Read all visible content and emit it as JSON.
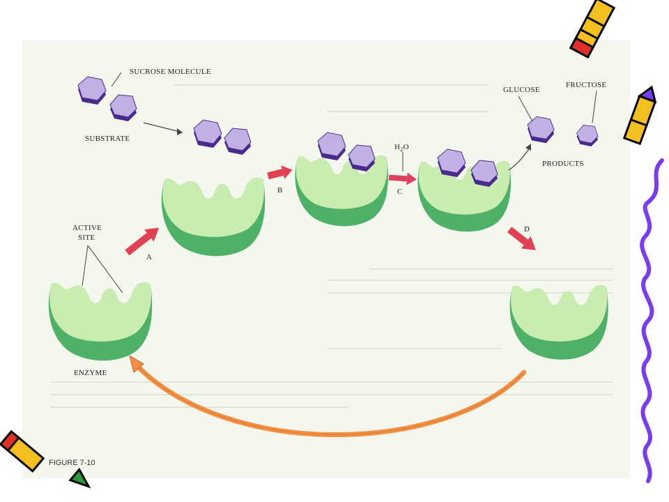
{
  "figure_id": "FIGURE 7-10",
  "labels": {
    "sucrose": "SUCROSE MOLECULE",
    "substrate": "SUBSTRATE",
    "glucose": "GLUCOSE",
    "fructose": "FRUCTOSE",
    "products": "PRODUCTS",
    "active": "ACTIVE",
    "site": "SITE",
    "enzyme": "ENZYME",
    "water_h": "H",
    "water_sub": "2",
    "water_o": "O"
  },
  "steps": [
    "A",
    "B",
    "C",
    "D"
  ],
  "colors": {
    "enzyme_light": "#c9ecb0",
    "enzyme_dark": "#4fb068",
    "substrate_fill": "#c0b0e4",
    "substrate_edge": "#4a2a8a",
    "arrow_red": "#e04050",
    "arrow_orange": "#f29044",
    "border_purple": "#7a3cf0",
    "panel_bg": "#f4f7ee"
  }
}
